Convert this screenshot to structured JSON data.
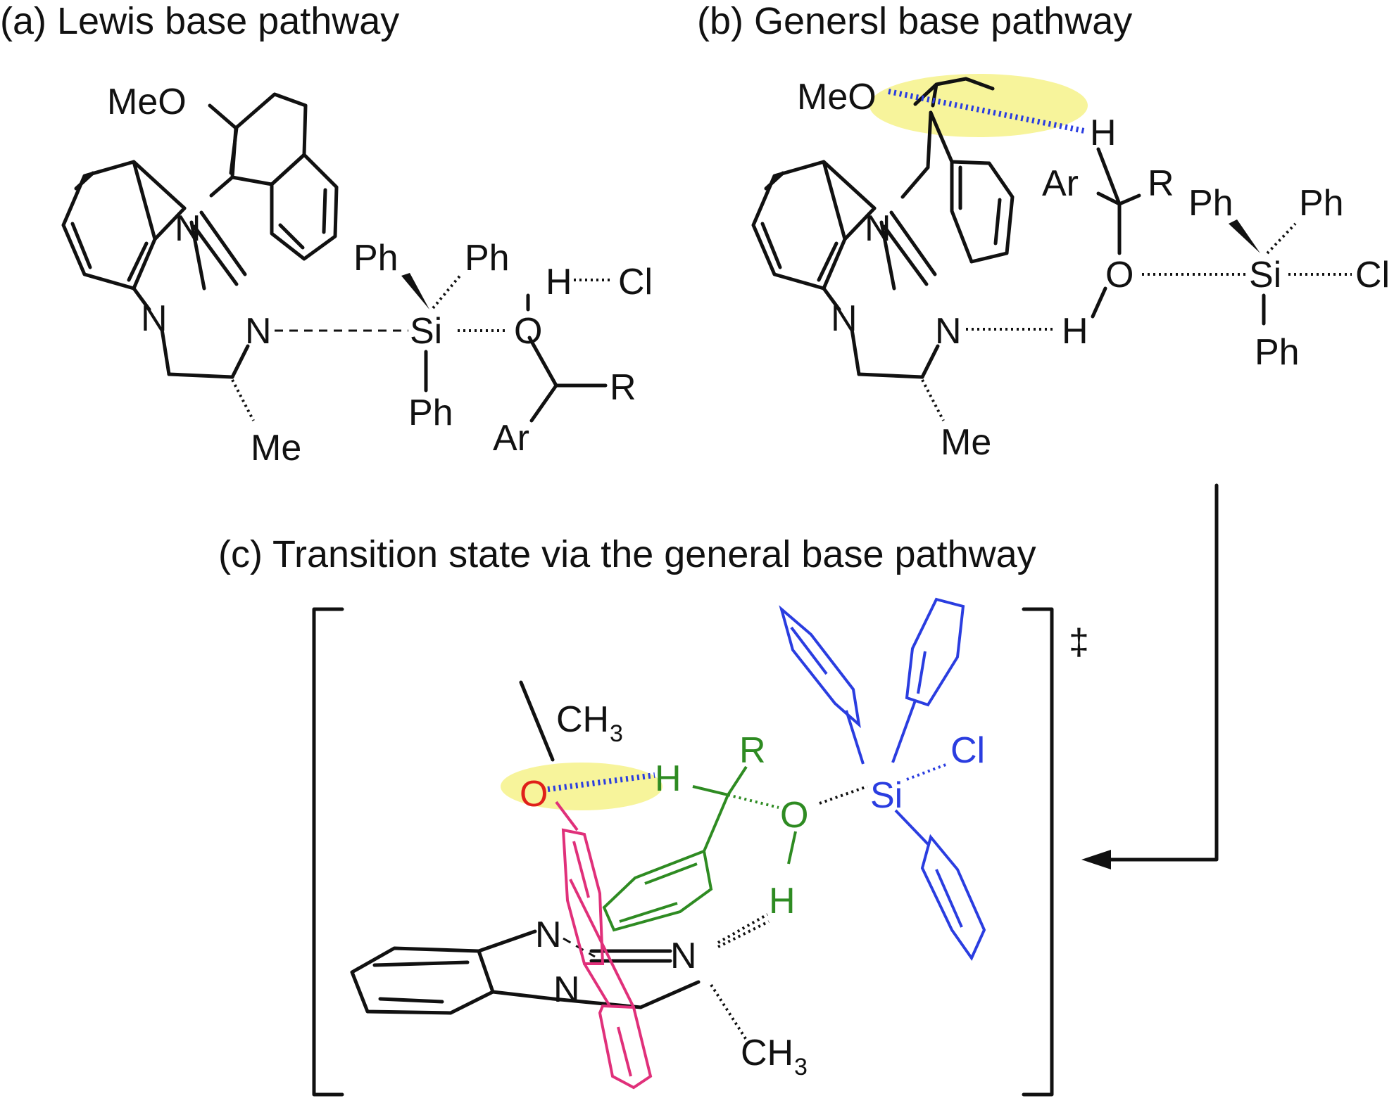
{
  "panels": {
    "a": {
      "title": "(a) Lewis base pathway"
    },
    "b": {
      "title": "(b) Genersl base pathway"
    },
    "c": {
      "title": "(c) Transition state via the general base pathway"
    }
  },
  "atoms": {
    "meo": "MeO",
    "n": "N",
    "me": "Me",
    "si": "Si",
    "ph": "Ph",
    "o": "O",
    "h": "H",
    "cl": "Cl",
    "r": "R",
    "ar": "Ar",
    "ch3": "CH",
    "sub3": "3",
    "dagger": "‡"
  },
  "colors": {
    "black": "#111111",
    "blue": "#2a3de0",
    "green": "#2e8b22",
    "red": "#e0201a",
    "magenta": "#e0307a",
    "highlight": "#f6f28a"
  }
}
